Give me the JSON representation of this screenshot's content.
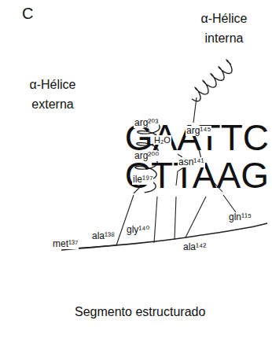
{
  "diagram": {
    "labels": [
      "C",
      "α-Hélice interna",
      "α-Hélice externa",
      "GAATTC",
      "CTTAAG",
      "arg²⁰³",
      "H₂O",
      "arg²⁰⁰",
      "ile¹⁹⁷",
      "arg¹⁴⁵",
      "asn¹⁴¹",
      "gln¹¹⁵",
      "met¹³⁷",
      "ala¹³⁸",
      "gly¹⁴⁰",
      "ala¹⁴²",
      "Segmento estructurado"
    ]
  }
}
